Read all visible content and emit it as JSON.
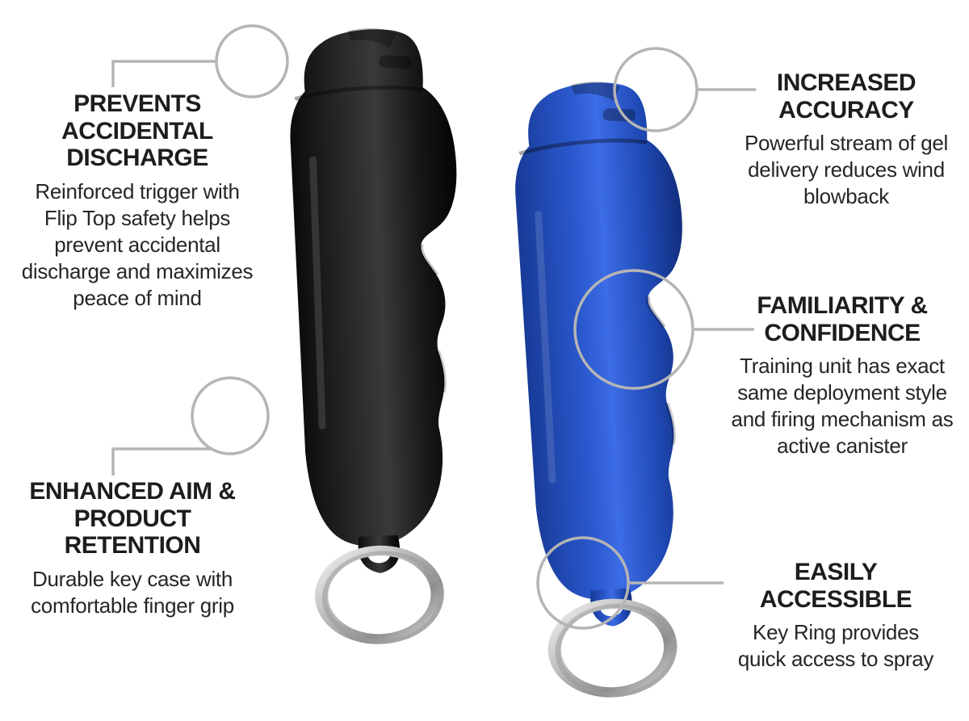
{
  "figures": {
    "left": "black-pepper-spray-keychain-with-key-ring",
    "right": "blue-training-pepper-spray-keychain-with-key-ring"
  },
  "colors": {
    "background": "#ffffff",
    "callout_line": "#b5b5b5",
    "black_unit": "#1e1e1e",
    "blue_unit": "#2b5bd7",
    "ring_silver": "#c0c0c0",
    "heading_text": "#1d1d1b",
    "body_text": "#262626"
  },
  "callouts": [
    {
      "title": "PREVENTS ACCIDENTAL DISCHARGE",
      "body": "Reinforced trigger with Flip Top safety helps prevent accidental discharge and maximizes peace of mind"
    },
    {
      "title": "ENHANCED AIM & PRODUCT RETENTION",
      "body": "Durable key case with comfortable finger grip"
    },
    {
      "title": "INCREASED ACCURACY",
      "body": "Powerful stream of gel delivery reduces wind blowback"
    },
    {
      "title": "FAMILIARITY & CONFIDENCE",
      "body": "Training unit has exact same deployment style and firing mechanism as active canister"
    },
    {
      "title": "EASILY ACCESSIBLE",
      "body": "Key Ring provides quick access to spray"
    }
  ]
}
